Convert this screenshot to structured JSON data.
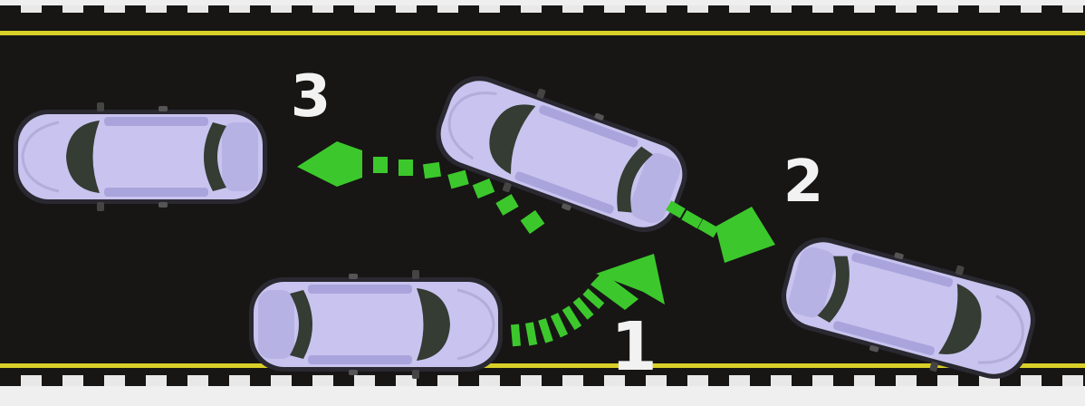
{
  "diagram": {
    "steps": [
      {
        "number": "1",
        "maneuver": "forward-right"
      },
      {
        "number": "2",
        "maneuver": "reverse-right"
      },
      {
        "number": "3",
        "maneuver": "forward-left"
      }
    ],
    "colors": {
      "road": "#171615",
      "road_line": "#d8cf28",
      "arrow": "#3cc82c",
      "car_body": "#c8c4ef",
      "car_window": "#343c33",
      "label": "#f2f2f2"
    },
    "icons": [
      "car-icon",
      "dotted-arrow-icon"
    ]
  }
}
